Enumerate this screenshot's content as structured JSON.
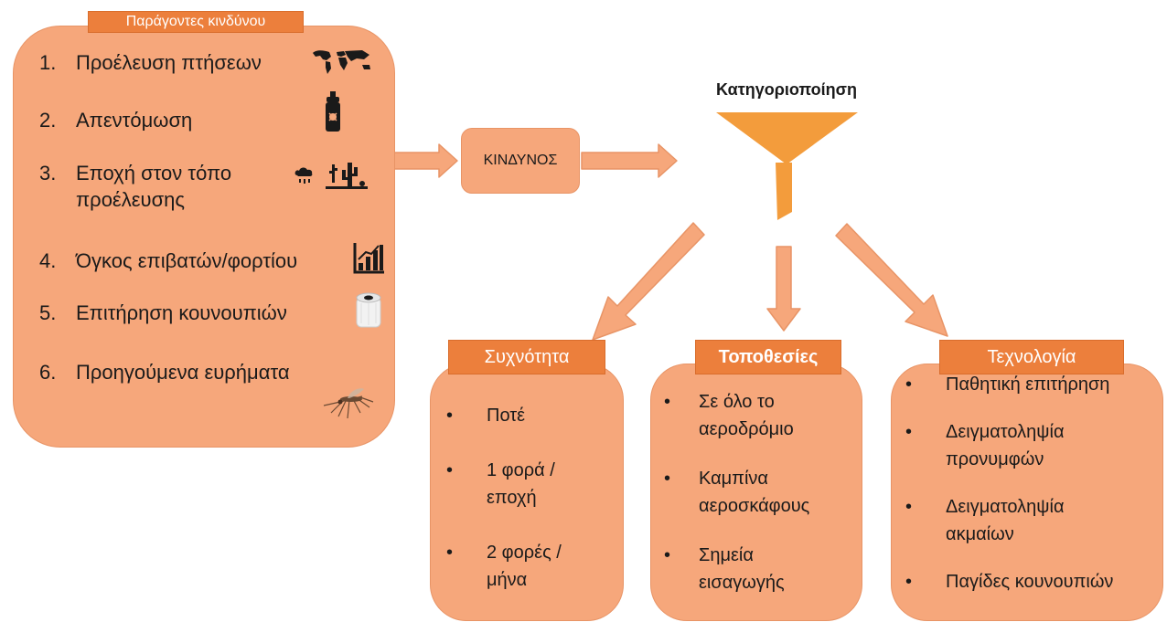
{
  "risk_factors": {
    "label": "Παράγοντες κινδύνου",
    "items": [
      {
        "num": "1.",
        "text": "Προέλευση πτήσεων",
        "icon": "world-map-icon"
      },
      {
        "num": "2.",
        "text": "Απεντόμωση",
        "icon": "insecticide-spray-icon"
      },
      {
        "num": "3.",
        "line1": "Εποχή στον τόπο",
        "line2": "προέλευσης",
        "icons": [
          "rain-cloud-icon",
          "dry-cactus-icon"
        ]
      },
      {
        "num": "4.",
        "text": "Όγκος επιβατών/φορτίου",
        "icon": "bar-chart-icon"
      },
      {
        "num": "5.",
        "text": "Επιτήρηση κουνουπιών",
        "icon": "mosquito-trap-icon"
      },
      {
        "num": "6.",
        "text": "Προηγούμενα ευρήματα",
        "icon": "mosquito-icon"
      }
    ]
  },
  "risk": {
    "label": "ΚΙΝΔΥΝΟΣ"
  },
  "categorization": {
    "title": "Κατηγοριοποίηση"
  },
  "frequency": {
    "label": "Συχνότητα",
    "items": [
      {
        "lines": [
          "Ποτέ"
        ]
      },
      {
        "lines": [
          "1 φορά /",
          "εποχή"
        ]
      },
      {
        "lines": [
          "2 φορές /",
          "μήνα"
        ]
      }
    ]
  },
  "locations": {
    "label": "Τοποθεσίες",
    "items": [
      {
        "lines": [
          "Σε όλο το",
          "αεροδρόμιο"
        ]
      },
      {
        "lines": [
          "Καμπίνα",
          "αεροσκάφους"
        ]
      },
      {
        "lines": [
          "Σημεία",
          "εισαγωγής"
        ]
      }
    ]
  },
  "technology": {
    "label": "Τεχνολογία",
    "items": [
      {
        "lines": [
          "Παθητική επιτήρηση"
        ]
      },
      {
        "lines": [
          "Δειγματοληψία",
          "προνυμφών"
        ]
      },
      {
        "lines": [
          "Δειγματοληψία",
          "ακμαίων"
        ]
      },
      {
        "lines": [
          "Παγίδες κουνουπιών"
        ]
      }
    ]
  },
  "colors": {
    "box_fill": "#f6a77b",
    "tag_fill": "#ec7f3c",
    "funnel": "#f39c3c"
  }
}
